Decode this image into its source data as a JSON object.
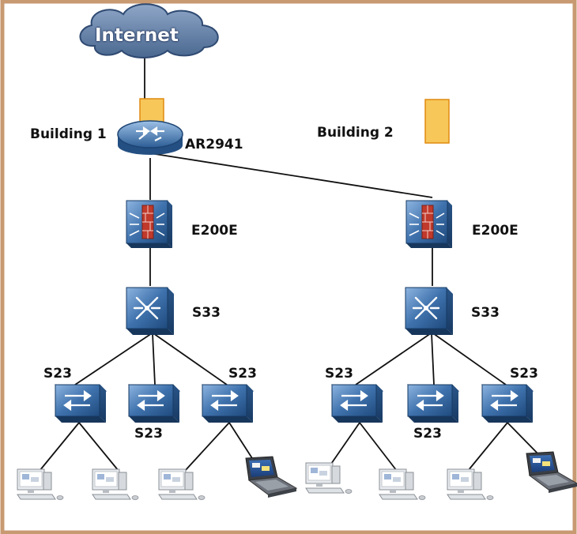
{
  "colors": {
    "frame": "#c89a72",
    "device_blue": "#2e5f96",
    "device_blue_light": "#6f9cce",
    "firewall_red": "#c0392b",
    "building_fill": "#f7c75a",
    "building_stroke": "#e08a10",
    "cloud_fill": "#5f7fa8",
    "line": "#111111"
  },
  "cloud": {
    "label": "Internet"
  },
  "buildings": [
    {
      "label": "Building 1",
      "icon": "building-icon"
    },
    {
      "label": "Building 2",
      "icon": "building-icon"
    }
  ],
  "router": {
    "label": "AR2941",
    "icon": "router-icon"
  },
  "firewalls": [
    {
      "label": "E200E",
      "icon": "firewall-icon"
    },
    {
      "label": "E200E",
      "icon": "firewall-icon"
    }
  ],
  "core_switches": [
    {
      "label": "S33",
      "icon": "core-switch-icon"
    },
    {
      "label": "S33",
      "icon": "core-switch-icon"
    }
  ],
  "access_switches": [
    {
      "label": "S23",
      "icon": "access-switch-icon"
    },
    {
      "label": "S23",
      "icon": "access-switch-icon"
    },
    {
      "label": "S23",
      "icon": "access-switch-icon"
    },
    {
      "label": "S23",
      "icon": "access-switch-icon"
    },
    {
      "label": "S23",
      "icon": "access-switch-icon"
    },
    {
      "label": "S23",
      "icon": "access-switch-icon"
    }
  ],
  "endpoints": [
    {
      "icon": "desktop-pc-icon"
    },
    {
      "icon": "desktop-pc-icon"
    },
    {
      "icon": "desktop-pc-icon"
    },
    {
      "icon": "laptop-icon"
    },
    {
      "icon": "desktop-pc-icon"
    },
    {
      "icon": "desktop-pc-icon"
    },
    {
      "icon": "desktop-pc-icon"
    },
    {
      "icon": "laptop-icon"
    }
  ]
}
